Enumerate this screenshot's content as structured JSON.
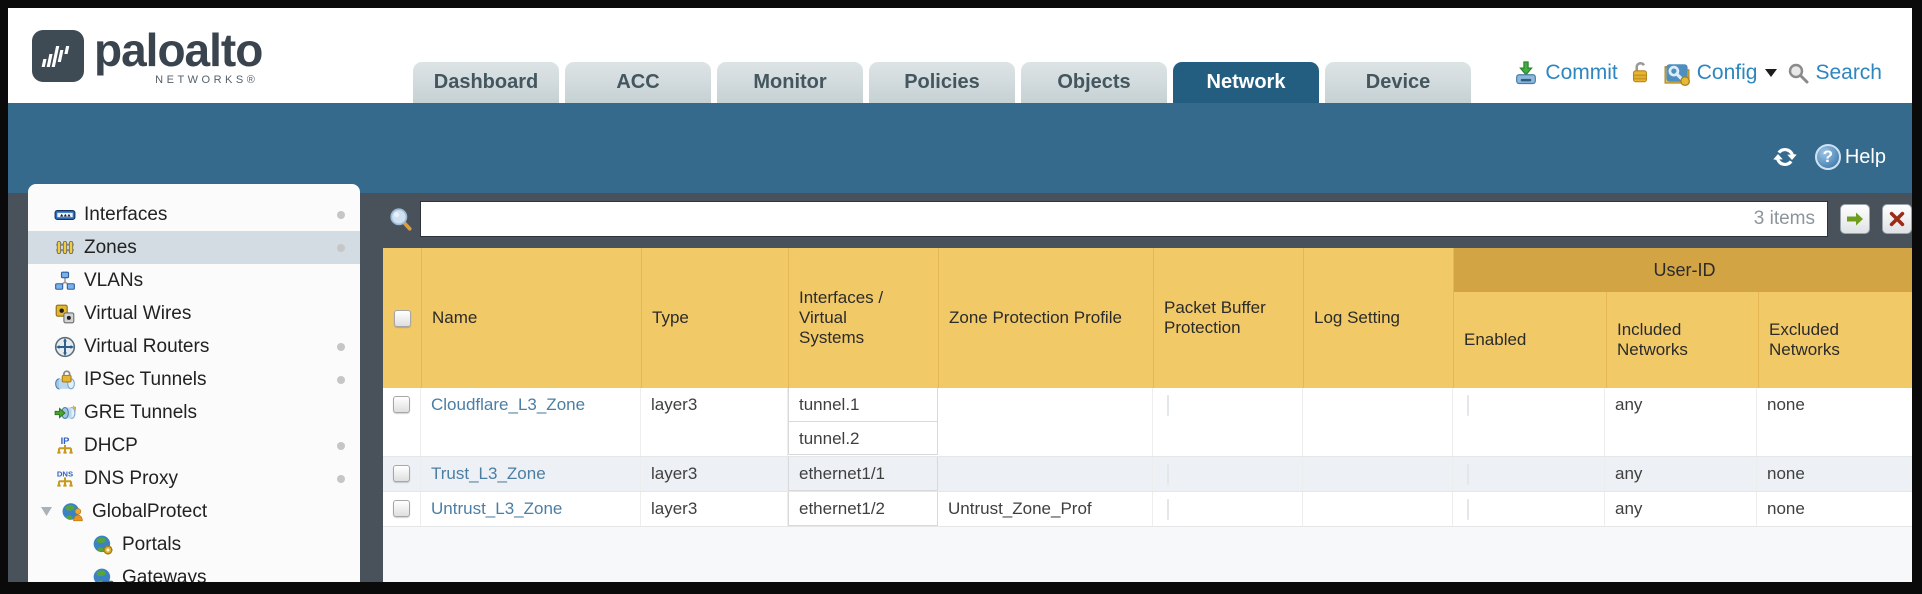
{
  "brand": {
    "name": "paloalto",
    "subtitle": "NETWORKS®"
  },
  "nav": {
    "tabs": [
      {
        "label": "Dashboard"
      },
      {
        "label": "ACC"
      },
      {
        "label": "Monitor"
      },
      {
        "label": "Policies"
      },
      {
        "label": "Objects"
      },
      {
        "label": "Network"
      },
      {
        "label": "Device"
      }
    ],
    "actions": {
      "commit": "Commit",
      "config": "Config",
      "search": "Search"
    }
  },
  "toolbar": {
    "help_label": "Help"
  },
  "sidebar": {
    "items": [
      {
        "label": "Interfaces"
      },
      {
        "label": "Zones"
      },
      {
        "label": "VLANs"
      },
      {
        "label": "Virtual Wires"
      },
      {
        "label": "Virtual Routers"
      },
      {
        "label": "IPSec Tunnels"
      },
      {
        "label": "GRE Tunnels"
      },
      {
        "label": "DHCP"
      },
      {
        "label": "DNS Proxy"
      },
      {
        "label": "GlobalProtect"
      },
      {
        "label": "Portals"
      },
      {
        "label": "Gateways"
      }
    ]
  },
  "filterbar": {
    "value": "",
    "items_count": "3 items"
  },
  "table": {
    "group_header": "User-ID",
    "columns": {
      "name": "Name",
      "type": "Type",
      "interfaces": "Interfaces /\nVirtual\nSystems",
      "zone_protection": "Zone Protection Profile",
      "packet_buffer": "Packet Buffer Protection",
      "log_setting": "Log Setting",
      "enabled": "Enabled",
      "included": "Included Networks",
      "excluded": "Excluded Networks"
    },
    "rows": [
      {
        "name": "Cloudflare_L3_Zone",
        "type": "layer3",
        "interfaces": [
          "tunnel.1",
          "tunnel.2"
        ],
        "zone_protection": "",
        "log_setting": "",
        "included": "any",
        "excluded": "none"
      },
      {
        "name": "Trust_L3_Zone",
        "type": "layer3",
        "interfaces": [
          "ethernet1/1"
        ],
        "zone_protection": "",
        "log_setting": "",
        "included": "any",
        "excluded": "none"
      },
      {
        "name": "Untrust_L3_Zone",
        "type": "layer3",
        "interfaces": [
          "ethernet1/2"
        ],
        "zone_protection": "Untrust_Zone_Prof",
        "log_setting": "",
        "included": "any",
        "excluded": "none"
      }
    ]
  },
  "colors": {
    "teal_band": "#356a8c",
    "active_tab": "#235d80",
    "header_gold": "#f2c967",
    "group_gold": "#d3a443",
    "link_blue": "#4b7ea4",
    "action_blue": "#2e86c0",
    "content_bg": "#49525b"
  }
}
